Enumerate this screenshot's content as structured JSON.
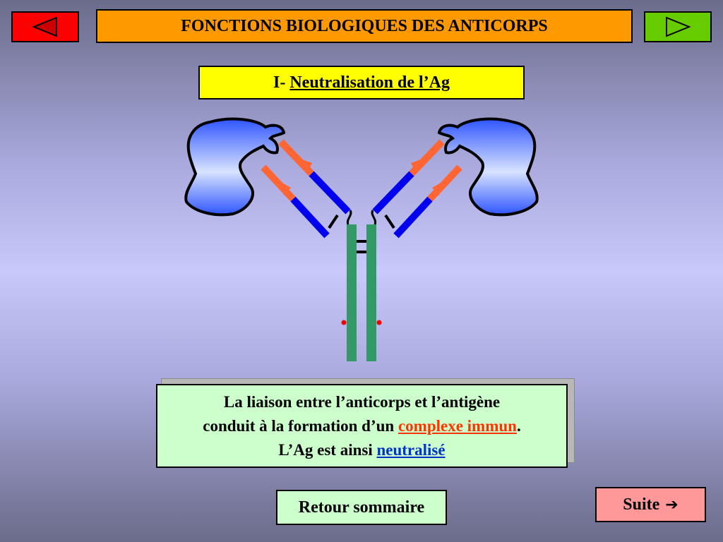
{
  "header": {
    "title": "FONCTIONS BIOLOGIQUES DES ANTICORPS",
    "prev_icon": "triangle-left-icon",
    "next_icon": "triangle-right-icon"
  },
  "section": {
    "number": "I-",
    "title": "Neutralisation de l’Ag"
  },
  "caption": {
    "line1": "La liaison entre l’anticorps et l’antigène",
    "line2_prefix": "conduit à la formation d’un ",
    "line2_highlight": "complexe immun",
    "line2_suffix": ".",
    "line3_prefix": "L’Ag est ainsi ",
    "line3_highlight": "neutralisé"
  },
  "footer": {
    "home_label": "Retour sommaire",
    "next_label": "Suite",
    "next_icon": "arrow-right-icon"
  },
  "colors": {
    "heavy_chain": "#339966",
    "light_chain": "#0000ee",
    "variable_region": "#ff6633",
    "antigen": "#5577ff",
    "title_bar": "#ff9900",
    "section_title": "#ffff00"
  }
}
